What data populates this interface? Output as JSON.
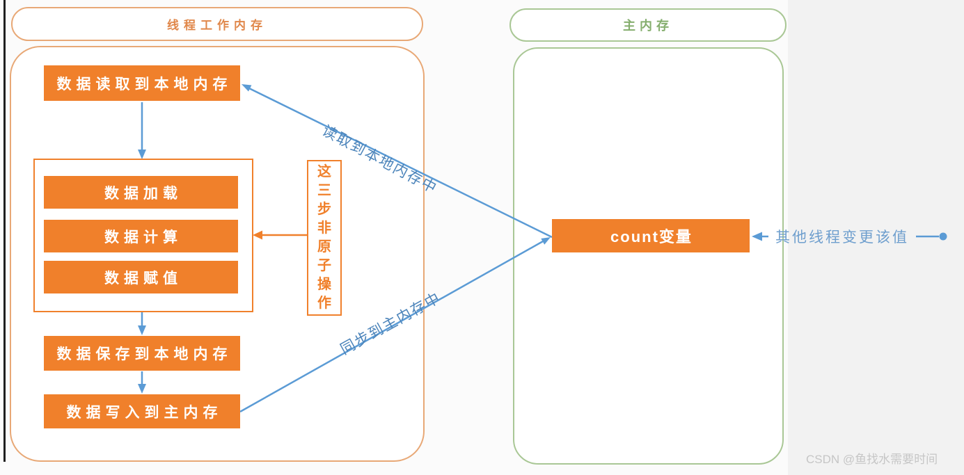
{
  "colors": {
    "orange_fill": "#f0802b",
    "orange_container_border": "#e8a876",
    "orange_title_text": "#e0874a",
    "green_border": "#a9c795",
    "green_title_text": "#85ae6e",
    "blue_arrow": "#5b9bd5",
    "blue_label_text": "#4c84ba",
    "watermark_text": "#c6c6c6"
  },
  "left_panel": {
    "title": "线程工作内存",
    "box_read": "数据读取到本地内存",
    "box_load": "数据加载",
    "box_calc": "数据计算",
    "box_assign": "数据赋值",
    "box_save": "数据保存到本地内存",
    "box_write": "数据写入到主内存",
    "note": "这三步非原子操作"
  },
  "right_panel": {
    "title": "主内存",
    "count_box": "count变量"
  },
  "labels": {
    "read_to_local": "读取到本地内存中",
    "sync_to_main": "同步到主内存中",
    "other_thread": "其他线程变更该值"
  },
  "watermark": "CSDN @鱼找水需要时间"
}
